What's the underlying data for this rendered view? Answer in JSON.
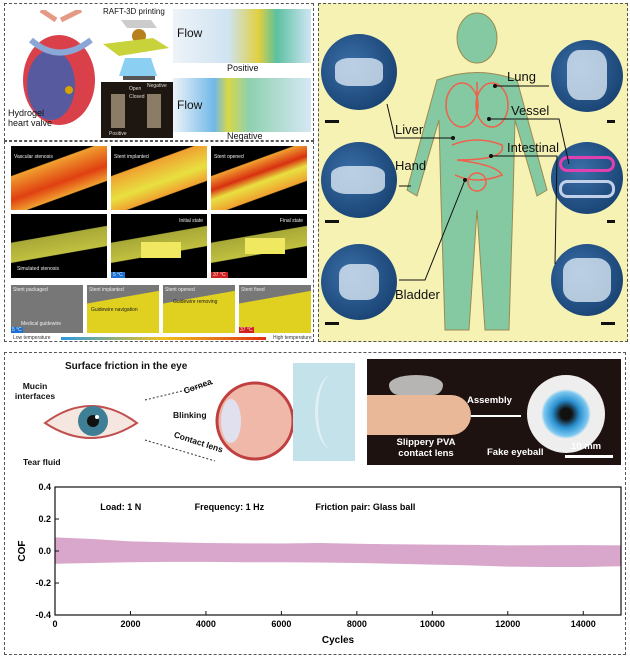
{
  "heart_panel": {
    "raft_label": "RAFT-3D printing",
    "valve_label": "Hydrogel heart valve",
    "flow_label_1": "Flow",
    "flow_label_2": "Flow",
    "positive_label": "Positive",
    "negative_label": "Negative",
    "inset_open": "Open",
    "inset_closed": "Closed",
    "inset_negative": "Negative",
    "inset_positive": "Positive"
  },
  "stent_panel": {
    "row1": [
      "Vascular stenosis",
      "Stent implanted",
      "Stent opened"
    ],
    "row2": [
      "Simulated stenosis",
      "Initial state",
      "Final state"
    ],
    "row2_temps": [
      "5 °C",
      "37 °C"
    ],
    "row3": [
      "Stent packaged",
      "Stent implanted",
      "Stent opened",
      "Stent fixed"
    ],
    "row3_notes": [
      "Medical guidewire",
      "Guidewire navigation",
      "Guidewire removing"
    ],
    "row3_temps": [
      "5 °C",
      "37 °C"
    ],
    "temp_low": "Low temperature",
    "temp_high": "High temperature"
  },
  "organ_panel": {
    "labels": [
      "Lung",
      "Vessel",
      "Liver",
      "Intestinal",
      "Hand",
      "Bladder"
    ],
    "colors": {
      "background": "#f6f2b4",
      "body": "#84c9a2",
      "organ": "#f0604a"
    }
  },
  "eye_panel": {
    "title": "Surface friction in the eye",
    "mucin": "Mucin interfaces",
    "tear": "Tear fluid",
    "cornea": "Cornea",
    "blinking": "Blinking",
    "contact_lens": "Contact lens",
    "photo_lens": "Slippery PVA contact lens",
    "assembly": "Assembly",
    "fake_eyeball": "Fake eyeball",
    "scale": "10 mm"
  },
  "chart_data": {
    "type": "area",
    "title": "",
    "xlabel": "Cycles",
    "ylabel": "COF",
    "xlim": [
      0,
      15000
    ],
    "ylim": [
      -0.4,
      0.4
    ],
    "xticks": [
      "0",
      "2000",
      "4000",
      "6000",
      "8000",
      "10000",
      "12000",
      "14000"
    ],
    "yticks": [
      "0.4",
      "0.2",
      "0.0",
      "-0.2",
      "-0.4"
    ],
    "annotations": [
      "Load: 1 N",
      "Frequency: 1 Hz",
      "Friction pair: Glass ball"
    ],
    "series": [
      {
        "name": "COF band",
        "color": "#d9a6cc",
        "x": [
          0,
          1000,
          2000,
          3000,
          4000,
          5000,
          6000,
          7000,
          8000,
          9000,
          10000,
          11000,
          12000,
          13000,
          14000,
          15000
        ],
        "upper": [
          0.085,
          0.075,
          0.06,
          0.055,
          0.05,
          0.048,
          0.047,
          0.05,
          0.045,
          0.042,
          0.04,
          0.038,
          0.035,
          0.036,
          0.037,
          0.035
        ],
        "lower": [
          -0.08,
          -0.075,
          -0.07,
          -0.068,
          -0.068,
          -0.07,
          -0.07,
          -0.072,
          -0.075,
          -0.08,
          -0.085,
          -0.09,
          -0.098,
          -0.1,
          -0.1,
          -0.095
        ]
      }
    ]
  }
}
